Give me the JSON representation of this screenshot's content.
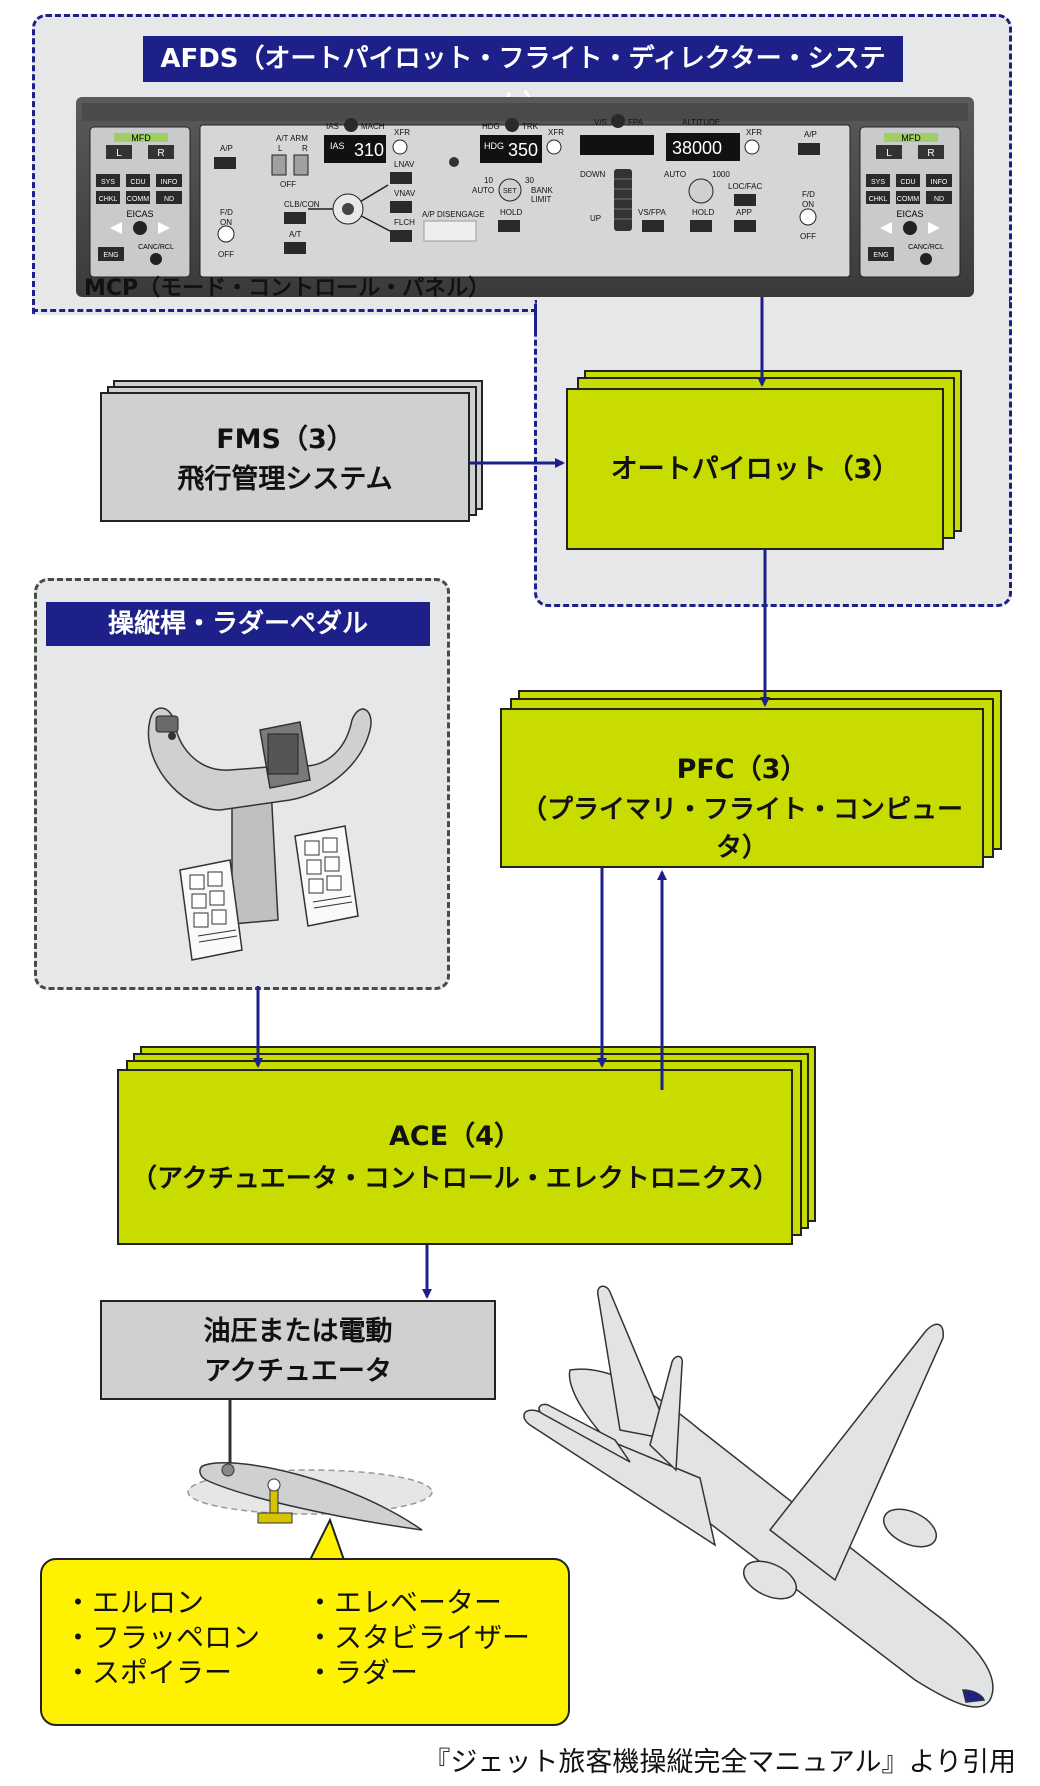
{
  "afds": {
    "title": "AFDS（オートパイロット・フライト・ディレクター・システム）"
  },
  "mcp": {
    "label": "MCP（モード・コントロール・パネル）",
    "cdu": {
      "mfd": "MFD",
      "l": "L",
      "r": "R",
      "row1": [
        "SYS",
        "CDU",
        "INFO"
      ],
      "row2": [
        "CHKL",
        "COMM",
        "ND"
      ],
      "eicas": "EICAS",
      "eng": "ENG",
      "canc": "CANC/RCL"
    },
    "panel": {
      "ap": "A/P",
      "at_arm": "A/T ARM",
      "at_l": "L",
      "at_r": "R",
      "off": "OFF",
      "fd": "F/D",
      "on": "ON",
      "clbcon": "CLB/CON",
      "at": "A/T",
      "ias_mach": "IAS",
      "mach": "MACH",
      "ias_win": "IAS",
      "ias_value": "310",
      "xfr": "XFR",
      "lnav": "LNAV",
      "vnav": "VNAV",
      "flch": "FLCH",
      "ap_disengage": "A/P DISENGAGE",
      "hdg": "HDG",
      "trk": "TRK",
      "hdg_win": "HDG",
      "hdg_value": "350",
      "auto": "AUTO",
      "set": "SET",
      "ten": "10",
      "thirty": "30",
      "bank": "BANK",
      "limit": "LIMIT",
      "hold": "HOLD",
      "vs": "V/S",
      "fpa": "FPA",
      "down": "DOWN",
      "up": "UP",
      "vsfpa": "VS/FPA",
      "altitude": "ALTITUDE",
      "alt_value": "38000",
      "thousand": "1000",
      "locfac": "LOC/FAC",
      "app": "APP"
    }
  },
  "fms": {
    "line1": "FMS（3）",
    "line2": "飛行管理システム"
  },
  "autopilot": {
    "label": "オートパイロット（3）"
  },
  "controls": {
    "title": "操縦桿・ラダーペダル"
  },
  "pfc": {
    "line1": "PFC（3）",
    "line2": "（プライマリ・フライト・コンピュータ）"
  },
  "ace": {
    "line1": "ACE（4）",
    "line2": "（アクチュエータ・コントロール・エレクトロニクス）"
  },
  "actuator": {
    "line1": "油圧または電動",
    "line2": "アクチュエータ"
  },
  "surfaces": {
    "left": [
      "・エルロン",
      "・フラッペロン",
      "・スポイラー"
    ],
    "right": [
      "・エレベーター",
      "・スタビライザー",
      "・ラダー"
    ]
  },
  "source": "『ジェット旅客機操縦完全マニュアル』より引用",
  "colors": {
    "navy": "#1d2088",
    "lime": "#c8dc00",
    "yellow": "#fff200",
    "panel_gray": "#e6e7e9"
  }
}
